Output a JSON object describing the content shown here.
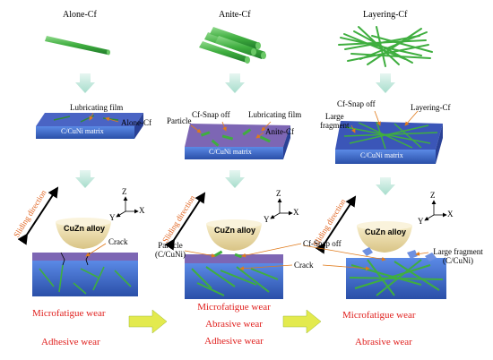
{
  "columns": [
    {
      "id": "alone",
      "title": "Alone-Cf",
      "film_labels": [
        "Lubricating film",
        "Alone-Cf"
      ]
    },
    {
      "id": "anite",
      "title": "Anite-Cf",
      "film_labels": [
        "Cf-Snap off",
        "Lubricating film",
        "Particle",
        "Anite-Cf"
      ]
    },
    {
      "id": "layering",
      "title": "Layering-Cf",
      "film_labels": [
        "Cf-Snap off",
        "Layering-Cf",
        "Large",
        "fragment"
      ]
    }
  ],
  "matrix_label": "C/CuNi  matrix",
  "alloy_label": "CuZn alloy",
  "sliding_label": "Sliding direction",
  "axes": {
    "z": "Z",
    "x": "X",
    "y": "Y"
  },
  "wear_labels": {
    "crack": "Crack",
    "particle": "Particle",
    "particle_src": "(C/CuNi)",
    "snap_off": "Cf-Snap off",
    "crack2": "Crack",
    "large_fragment": "Large fragment",
    "large_fragment_src": "(C/CuNi)"
  },
  "mechanisms": {
    "alone": [
      "Microfatigue wear",
      "Adhesive wear"
    ],
    "anite": [
      "Microfatigue wear",
      "Abrasive wear",
      "Adhesive wear"
    ],
    "layering": [
      "Microfatigue wear",
      "Abrasive wear"
    ]
  },
  "colors": {
    "fiber": "#3fae3f",
    "matrix": "#3b6bd0",
    "film": "#6b5aa8",
    "alloy": "#e8d9a8",
    "mech_text": "#e0201e",
    "arrow": "#bfe6d8",
    "big_arrow": "#e6ec5a"
  }
}
